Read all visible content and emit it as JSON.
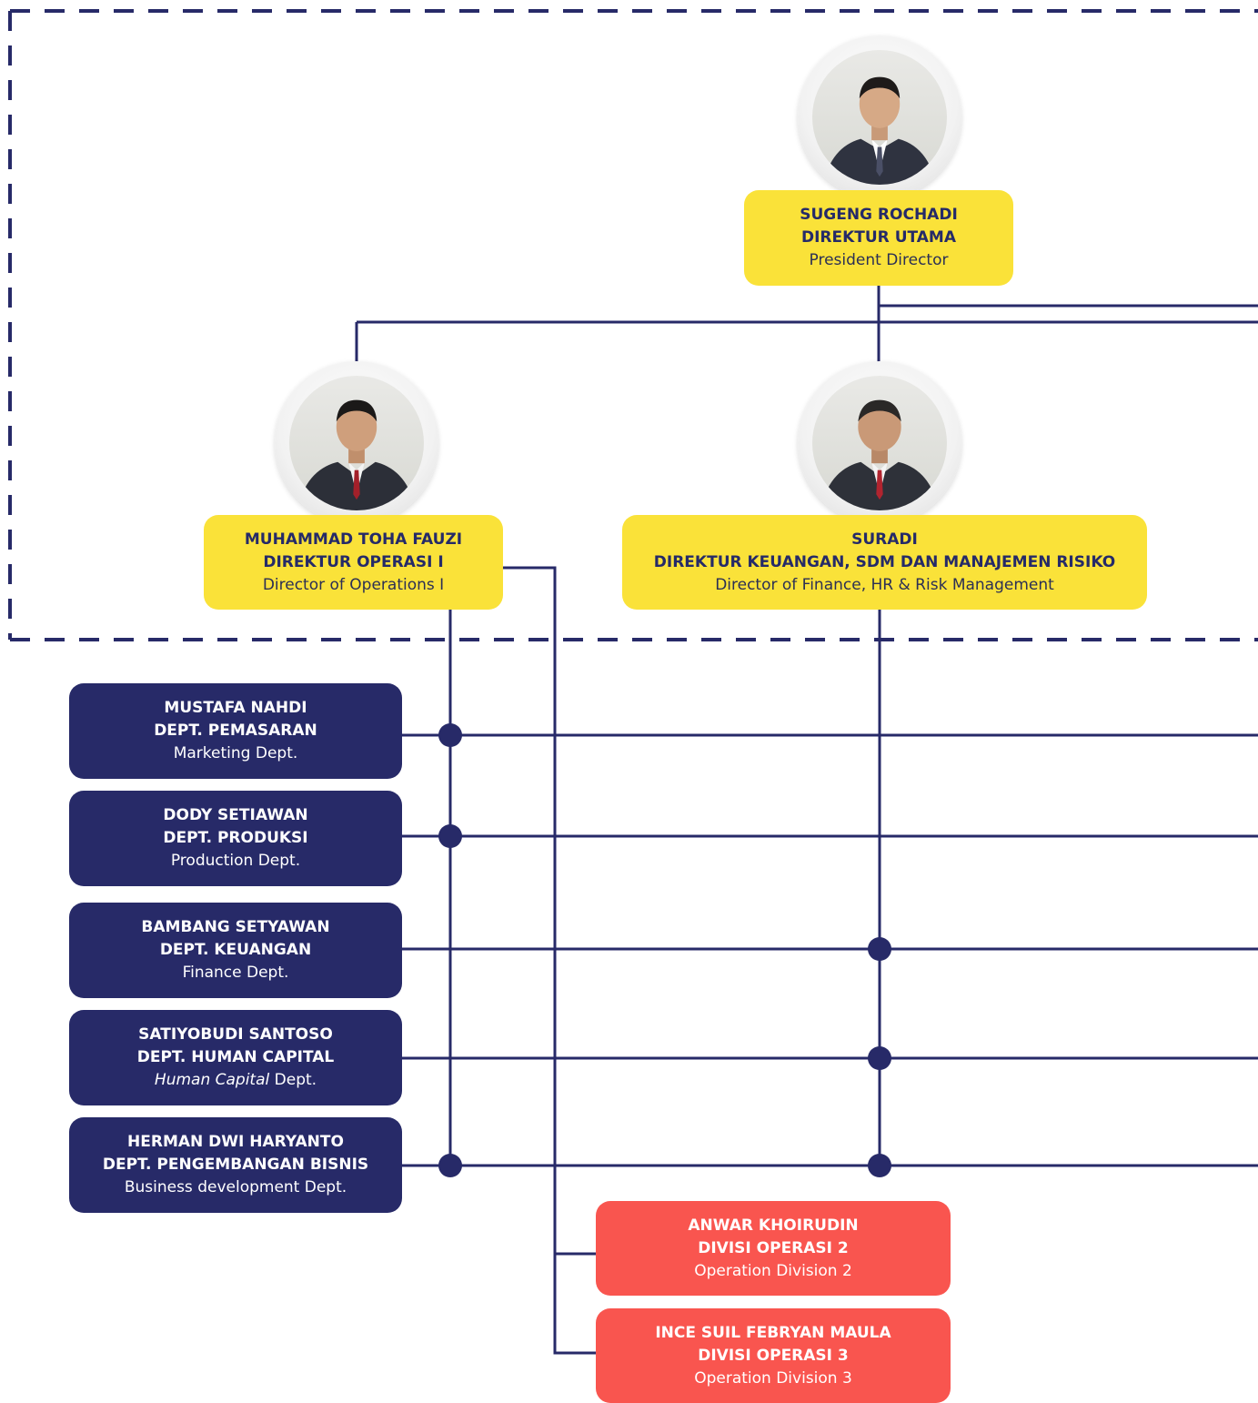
{
  "top": {
    "name": "SUGENG ROCHADI",
    "title": "DIREKTUR UTAMA",
    "title_en": "President Director"
  },
  "directors": [
    {
      "name": "MUHAMMAD TOHA FAUZI",
      "title": "DIREKTUR OPERASI I",
      "title_en": "Director of Operations I"
    },
    {
      "name": "SURADI",
      "title": "DIREKTUR KEUANGAN, SDM DAN MANAJEMEN RISIKO",
      "title_en": "Director of Finance, HR & Risk Management"
    }
  ],
  "departments": [
    {
      "name": "MUSTAFA NAHDI",
      "title": "DEPT. PEMASARAN",
      "title_en": "Marketing Dept."
    },
    {
      "name": "DODY SETIAWAN",
      "title": "DEPT. PRODUKSI",
      "title_en": "Production Dept."
    },
    {
      "name": "BAMBANG SETYAWAN",
      "title": "DEPT. KEUANGAN",
      "title_en": "Finance Dept."
    },
    {
      "name": "SATIYOBUDI SANTOSO",
      "title": "DEPT. HUMAN CAPITAL",
      "title_en_italic": "Human Capital",
      "title_en_rest": " Dept."
    },
    {
      "name": "HERMAN DWI HARYANTO",
      "title": "DEPT. PENGEMBANGAN BISNIS",
      "title_en": "Business development Dept."
    }
  ],
  "divisions": [
    {
      "name": "ANWAR KHOIRUDIN",
      "title": "DIVISI OPERASI 2",
      "title_en": "Operation Division 2"
    },
    {
      "name": "INCE SUIL FEBRYAN MAULA",
      "title": "DIVISI OPERASI 3",
      "title_en": "Operation Division 3"
    }
  ],
  "colors": {
    "navy": "#272a68",
    "yellow": "#fae239",
    "red": "#f9554f",
    "dashed_border": "#272a68"
  }
}
